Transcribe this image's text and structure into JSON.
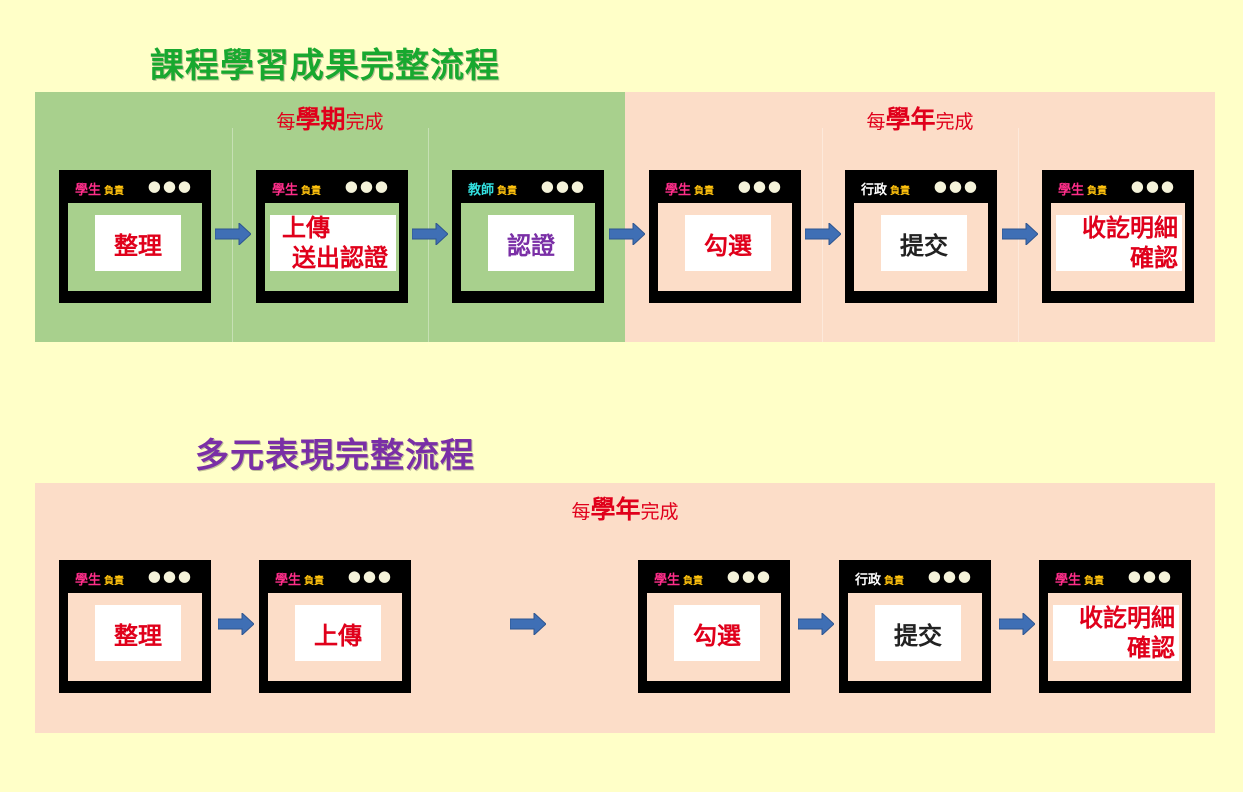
{
  "titles": {
    "course": "課程學習成果完整流程",
    "diverse": "多元表現完整流程"
  },
  "colors": {
    "course_title": "#18A82F",
    "diverse_title": "#7A2FA6",
    "semester_band": "#A8D08D",
    "year_band": "#FCDDC8",
    "page_bg": "#FFFFC8",
    "label_red": "#E0001B",
    "arrow_blue": "#3F6FB5"
  },
  "course_flow": {
    "semester_label": {
      "pre": "每",
      "big": "學期",
      "post": "完成"
    },
    "year_label": {
      "pre": "每",
      "big": "學年",
      "post": "完成"
    },
    "steps": [
      {
        "who": "學生",
        "resp": "負責",
        "dots": "●●●",
        "lines": [
          "整理"
        ],
        "text_color": "#E0001B",
        "who_color": "#FF2E8A"
      },
      {
        "who": "學生",
        "resp": "負責",
        "dots": "●●●",
        "lines": [
          "上傳",
          "送出認證"
        ],
        "text_color": "#E0001B",
        "who_color": "#FF2E8A"
      },
      {
        "who": "教師",
        "resp": "負責",
        "dots": "●●●",
        "lines": [
          "認證"
        ],
        "text_color": "#7A2FA6",
        "who_color": "#33E0E0"
      },
      {
        "who": "學生",
        "resp": "負責",
        "dots": "●●●",
        "lines": [
          "勾選"
        ],
        "text_color": "#E0001B",
        "who_color": "#FF2E8A"
      },
      {
        "who": "行政",
        "resp": "負責",
        "dots": "●●●",
        "lines": [
          "提交"
        ],
        "text_color": "#222222",
        "who_color": "#FFFFFF"
      },
      {
        "who": "學生",
        "resp": "負責",
        "dots": "●●●",
        "lines": [
          "收訖明細",
          "確認"
        ],
        "text_color": "#E0001B",
        "who_color": "#FF2E8A"
      }
    ]
  },
  "diverse_flow": {
    "year_label": {
      "pre": "每",
      "big": "學年",
      "post": "完成"
    },
    "steps": [
      {
        "who": "學生",
        "resp": "負責",
        "dots": "●●●",
        "lines": [
          "整理"
        ],
        "text_color": "#E0001B",
        "who_color": "#FF2E8A"
      },
      {
        "who": "學生",
        "resp": "負責",
        "dots": "●●●",
        "lines": [
          "上傳"
        ],
        "text_color": "#E0001B",
        "who_color": "#FF2E8A"
      },
      {
        "who": "學生",
        "resp": "負責",
        "dots": "●●●",
        "lines": [
          "勾選"
        ],
        "text_color": "#E0001B",
        "who_color": "#FF2E8A"
      },
      {
        "who": "行政",
        "resp": "負責",
        "dots": "●●●",
        "lines": [
          "提交"
        ],
        "text_color": "#222222",
        "who_color": "#FFFFFF"
      },
      {
        "who": "學生",
        "resp": "負責",
        "dots": "●●●",
        "lines": [
          "收訖明細",
          "確認"
        ],
        "text_color": "#E0001B",
        "who_color": "#FF2E8A"
      }
    ]
  }
}
